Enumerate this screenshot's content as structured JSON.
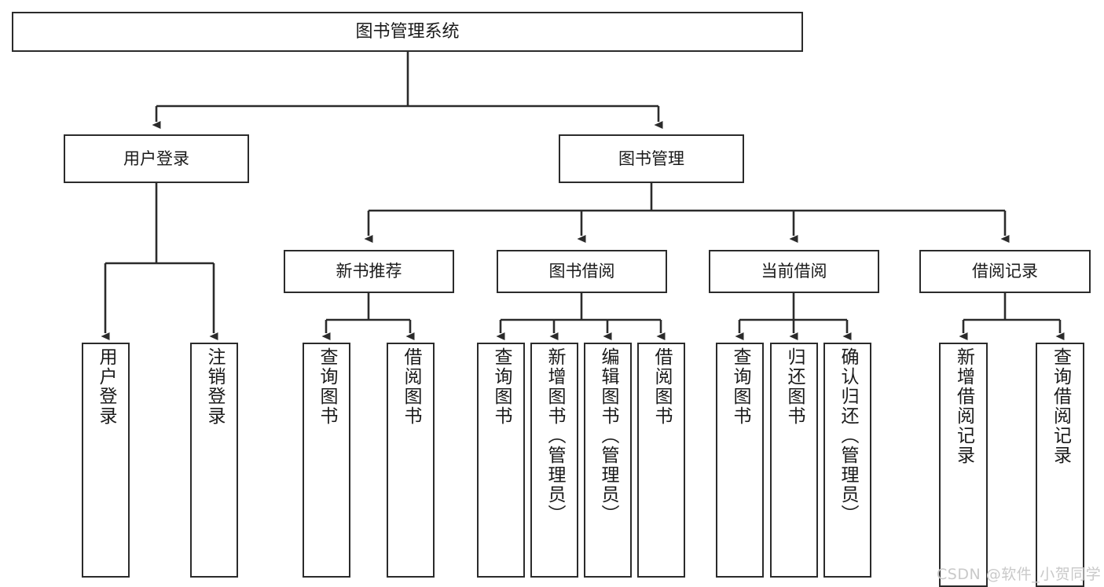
{
  "diagram": {
    "title": "图书管理系统",
    "type": "hierarchy-tree",
    "orientation": "top-down",
    "colors": {
      "box_stroke": "#2b2b2b",
      "box_fill": "#ffffff",
      "edge": "#2b2b2b",
      "text": "#1a1a1a",
      "watermark": "#c9c9c9",
      "background": "#ffffff"
    }
  },
  "nodes": {
    "root": {
      "label": "图书管理系统"
    },
    "level2": [
      {
        "label": "用户登录"
      },
      {
        "label": "图书管理"
      }
    ],
    "level3": [
      {
        "label": "新书推荐"
      },
      {
        "label": "图书借阅"
      },
      {
        "label": "当前借阅"
      },
      {
        "label": "借阅记录"
      }
    ],
    "leaves": {
      "user_login": [
        {
          "label": "用户登录"
        },
        {
          "label": "注销登录"
        }
      ],
      "new_book_recommend": [
        {
          "label": "查询图书"
        },
        {
          "label": "借阅图书"
        }
      ],
      "book_borrow": [
        {
          "label": "查询图书"
        },
        {
          "label": "新增图书（管理员）"
        },
        {
          "label": "编辑图书（管理员）"
        },
        {
          "label": "借阅图书"
        }
      ],
      "current_borrow": [
        {
          "label": "查询图书"
        },
        {
          "label": "归还图书"
        },
        {
          "label": "确认归还（管理员）"
        }
      ],
      "borrow_record": [
        {
          "label": "新增借阅记录"
        },
        {
          "label": "查询借阅记录"
        }
      ]
    }
  },
  "watermark": {
    "text": "CSDN @软件_小贺同学"
  }
}
